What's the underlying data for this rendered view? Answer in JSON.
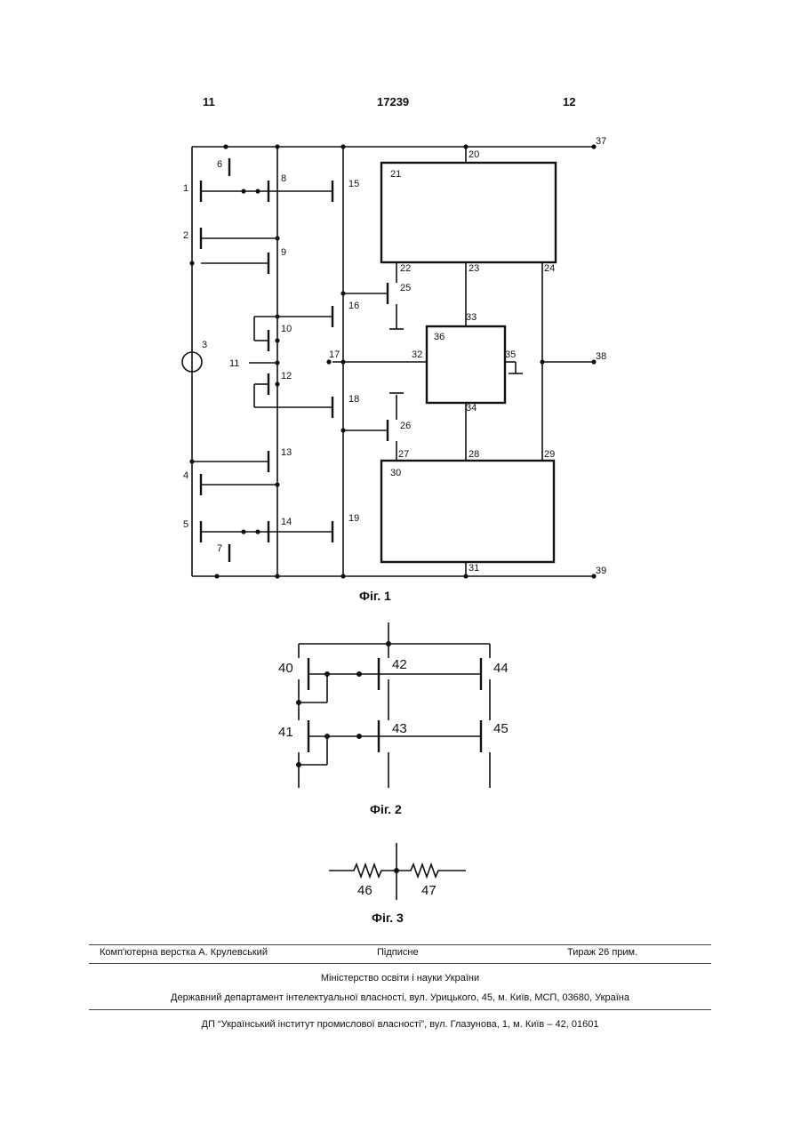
{
  "header": {
    "left_page": "11",
    "patent_number": "17239",
    "right_page": "12"
  },
  "figures": {
    "fig1": {
      "caption": "Фіг. 1",
      "labels": [
        "1",
        "2",
        "3",
        "4",
        "5",
        "6",
        "7",
        "8",
        "9",
        "10",
        "11",
        "12",
        "13",
        "14",
        "15",
        "16",
        "17",
        "18",
        "19",
        "20",
        "21",
        "22",
        "23",
        "24",
        "25",
        "26",
        "27",
        "28",
        "29",
        "30",
        "31",
        "32",
        "33",
        "34",
        "35",
        "36",
        "37",
        "38",
        "39"
      ]
    },
    "fig2": {
      "caption": "Фіг. 2",
      "labels": [
        "40",
        "41",
        "42",
        "43",
        "44",
        "45"
      ]
    },
    "fig3": {
      "caption": "Фіг. 3",
      "labels": [
        "46",
        "47"
      ]
    }
  },
  "footer": {
    "layout_credit": "Комп'ютерна верстка А. Крулевський",
    "signed": "Підписне",
    "circulation": "Тираж 26 прим.",
    "ministry": "Міністерство освіти і науки України",
    "department": "Державний департамент інтелектуальної власності, вул. Урицького, 45, м. Київ, МСП, 03680, Україна",
    "institute": "ДП “Український інститут промислової власності”, вул. Глазунова, 1, м. Київ – 42, 01601"
  }
}
